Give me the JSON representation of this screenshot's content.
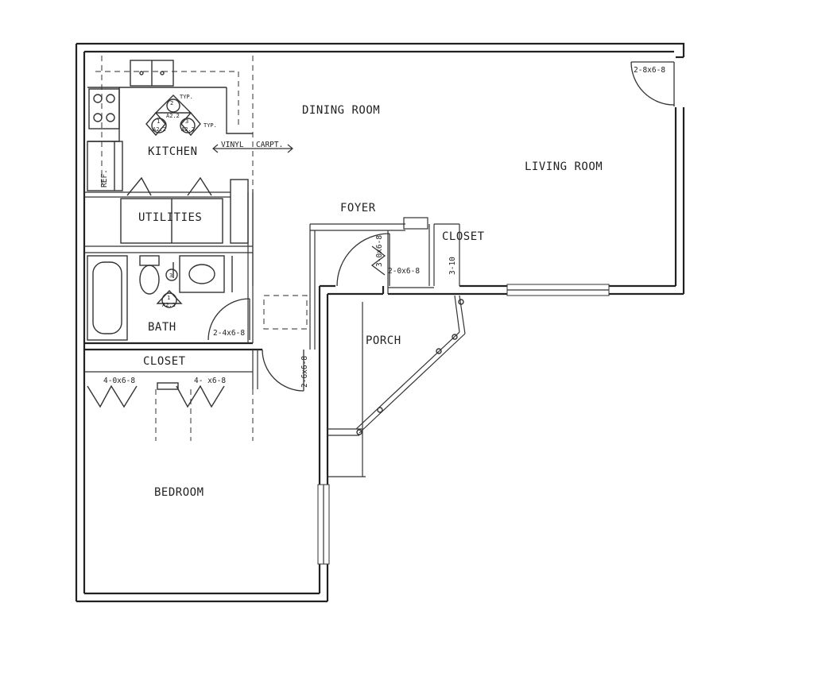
{
  "rooms": {
    "dining_room": "DINING ROOM",
    "living_room": "LIVING ROOM",
    "kitchen": "KITCHEN",
    "utilities": "UTILITIES",
    "foyer": "FOYER",
    "closet_foyer": "CLOSET",
    "bath": "BATH",
    "porch": "PORCH",
    "closet_bedroom": "CLOSET",
    "bedroom": "BEDROOM"
  },
  "annotations": {
    "floor_change": "VINYL",
    "floor_change_2": "CARPT.",
    "refrigerator": "REF.",
    "door_living": "2-8x6-8",
    "door_bath": "2-4x6-8",
    "door_bedroom": "2-6x6-8",
    "door_foyer": "3-0x6-8",
    "door_closet": "2-0x6-8",
    "closet_width": "3-10",
    "bifold_1": "4-0x6-8",
    "bifold_2": "4- x6-8",
    "typ_1": "TYP.",
    "typ_2": "TYP."
  },
  "section_tags": {
    "kitchen_top": {
      "num": "2",
      "sheet": "A2.2"
    },
    "kitchen_left": {
      "num": "1",
      "sheet": "A2.2"
    },
    "kitchen_right": {
      "num": "3",
      "sheet": "A2.2"
    },
    "bath_mark": "3",
    "bath_tag": {
      "num": "1",
      "sheet": "A2.2"
    }
  }
}
